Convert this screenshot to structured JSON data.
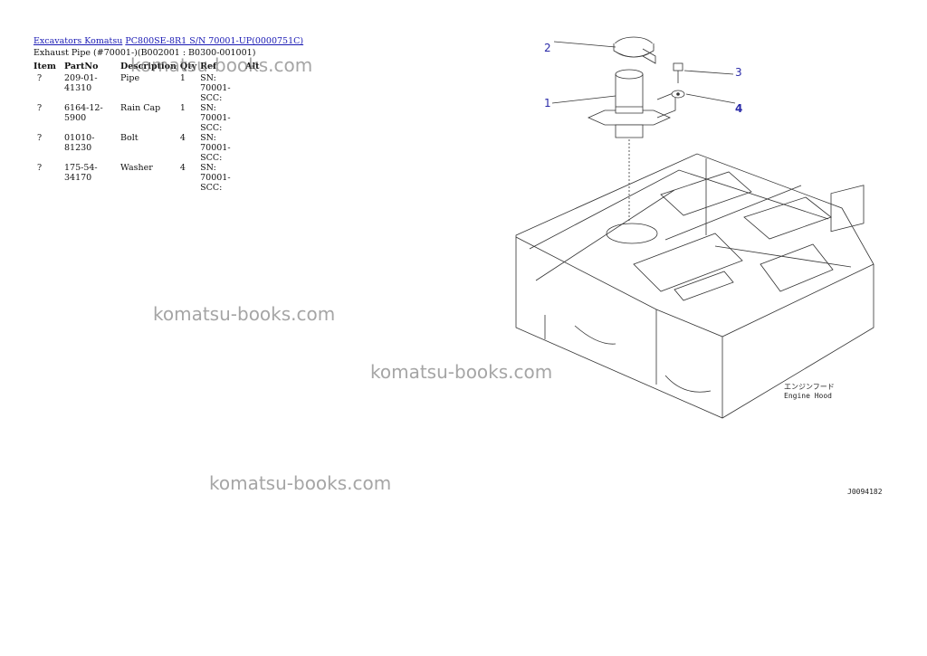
{
  "breadcrumb": {
    "link1": "Excavators Komatsu",
    "link2": "PC800SE-8R1 S/N 70001-UP(0000751C)"
  },
  "subtitle": "Exhaust Pipe (#70001-)(B002001 : B0300-001001)",
  "table": {
    "headers": [
      "Item",
      "PartNo",
      "Description",
      "Qty",
      "Ref",
      "Alt"
    ],
    "rows": [
      {
        "item": "?",
        "part_no": "209-01-41310",
        "description": "Pipe",
        "qty": "1",
        "ref": "SN: 70001-SCC:",
        "alt": ""
      },
      {
        "item": "?",
        "part_no": "6164-12-5900",
        "description": "Rain Cap",
        "qty": "1",
        "ref": "SN: 70001-SCC:",
        "alt": ""
      },
      {
        "item": "?",
        "part_no": "01010-81230",
        "description": "Bolt",
        "qty": "4",
        "ref": "SN: 70001-SCC:",
        "alt": ""
      },
      {
        "item": "?",
        "part_no": "175-54-34170",
        "description": "Washer",
        "qty": "4",
        "ref": "SN: 70001-SCC:",
        "alt": ""
      }
    ]
  },
  "watermark": "komatsu-books.com",
  "diagram": {
    "callouts": [
      "1",
      "2",
      "3",
      "4"
    ],
    "caption_jp": "エンジンフード",
    "caption_en": "Engine Hood",
    "drawing_code": "J0094182"
  },
  "colors": {
    "link": "#1a1ab4",
    "callout": "#2a2aa8",
    "watermark": "#6e6e6e"
  }
}
